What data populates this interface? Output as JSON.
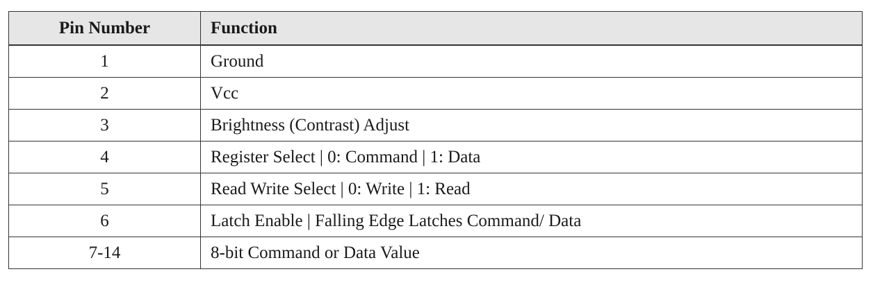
{
  "table": {
    "headers": {
      "pin": "Pin Number",
      "function": "Function"
    },
    "rows": [
      {
        "pin": "1",
        "function": "Ground"
      },
      {
        "pin": "2",
        "function": "Vcc"
      },
      {
        "pin": "3",
        "function": "Brightness (Contrast) Adjust"
      },
      {
        "pin": "4",
        "function": "Register Select | 0: Command | 1: Data"
      },
      {
        "pin": "5",
        "function": "Read Write Select | 0: Write | 1: Read"
      },
      {
        "pin": "6",
        "function": "Latch Enable | Falling Edge Latches Command/ Data"
      },
      {
        "pin": "7-14",
        "function": "8-bit Command or Data Value"
      }
    ]
  }
}
